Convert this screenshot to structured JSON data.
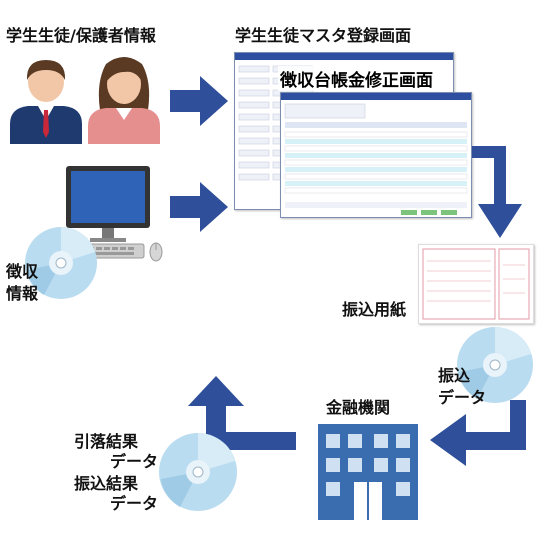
{
  "labels": {
    "student_info": "学生生徒/保護者情報",
    "master_screen": "学生生徒マスタ登録画面",
    "ledger_screen": "徴収台帳金修正画面",
    "collection_info_line1": "徴収",
    "collection_info_line2": "情報",
    "transfer_form": "振込用紙",
    "transfer_data_line1": "振込",
    "transfer_data_line2": "データ",
    "bank": "金融機関",
    "debit_result_line1": "引落結果",
    "debit_result_line2": "データ",
    "transfer_result_line1": "振込結果",
    "transfer_result_line2": "データ"
  },
  "colors": {
    "arrow": "#2f4f9a",
    "disc": "#b9dcf0",
    "building": "#3a6db0",
    "male_suit": "#1f3a6e",
    "female_top": "#e58f8f",
    "monitor_screen": "#2f63b8"
  },
  "icons": [
    "male-user-icon",
    "female-user-icon",
    "computer-icon",
    "cd-disc-icon",
    "building-icon",
    "arrow-icon"
  ]
}
